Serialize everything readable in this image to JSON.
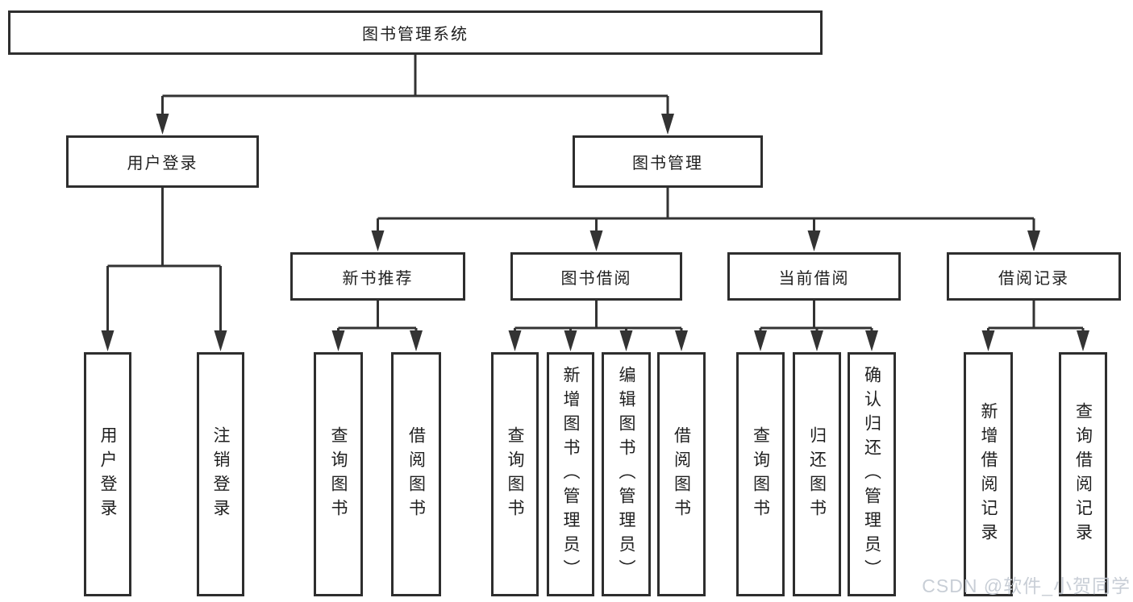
{
  "tree": {
    "label": "图书管理系统",
    "children": [
      {
        "label": "用户登录",
        "children": [
          {
            "label": "用户登录"
          },
          {
            "label": "注销登录"
          }
        ]
      },
      {
        "label": "图书管理",
        "children": [
          {
            "label": "新书推荐",
            "children": [
              {
                "label": "查询图书"
              },
              {
                "label": "借阅图书"
              }
            ]
          },
          {
            "label": "图书借阅",
            "children": [
              {
                "label": "查询图书"
              },
              {
                "label": "新增图书（管理员）"
              },
              {
                "label": "编辑图书（管理员）"
              },
              {
                "label": "借阅图书"
              }
            ]
          },
          {
            "label": "当前借阅",
            "children": [
              {
                "label": "查询图书"
              },
              {
                "label": "归还图书"
              },
              {
                "label": "确认归还（管理员）"
              }
            ]
          },
          {
            "label": "借阅记录",
            "children": [
              {
                "label": "新增借阅记录"
              },
              {
                "label": "查询借阅记录"
              }
            ]
          }
        ]
      }
    ]
  },
  "watermark": {
    "text": "CSDN @软件_小贺同学"
  },
  "colors": {
    "line": "#333333",
    "border": "#2e2e2e",
    "text": "#1f1f1f",
    "background": "#ffffff",
    "watermark": "#c6ccd4"
  }
}
